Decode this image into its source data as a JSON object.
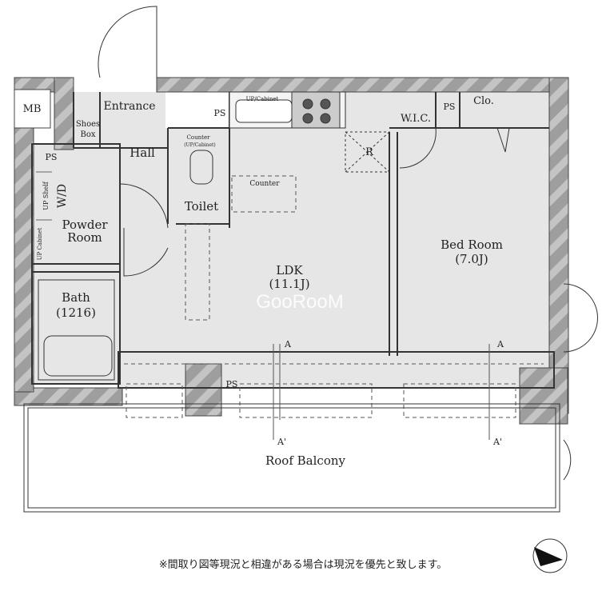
{
  "rooms": {
    "mb": "MB",
    "entrance": "Entrance",
    "shoes_box_1": "Shoes",
    "shoes_box_2": "Box",
    "hall": "Hall",
    "counter_small": "Counter",
    "counter_small_sub": "(UP/Cabinet)",
    "toilet": "Toilet",
    "counter": "Counter",
    "ps_top": "PS",
    "ps_left": "PS",
    "ps_right": "PS",
    "ps_balcony": "PS",
    "up_cabinet": "UP/Cabinet",
    "wic": "W.I.C.",
    "clo": "Clo.",
    "refrigerator": "R",
    "up_shelf": "UP Shelf",
    "up_cabinet_v": "UP Cabinet",
    "wd": "W/D",
    "powder_room_1": "Powder",
    "powder_room_2": "Room",
    "bath": "Bath",
    "bath_size": "(1216)",
    "ldk": "LDK",
    "ldk_size": "(11.1J)",
    "bed_room": "Bed Room",
    "bed_room_size": "(7.0J)",
    "roof_balcony": "Roof Balcony"
  },
  "section_marks": {
    "a1": "A",
    "a1_prime": "A'",
    "a2": "A",
    "a2_prime": "A'"
  },
  "watermark": "GooRooM",
  "note": "※間取り図等現況と相違がある場合は現況を優先と致します。",
  "colors": {
    "floor": "#e6e6e6",
    "wall": "#a8a8a8",
    "line": "#333333"
  }
}
